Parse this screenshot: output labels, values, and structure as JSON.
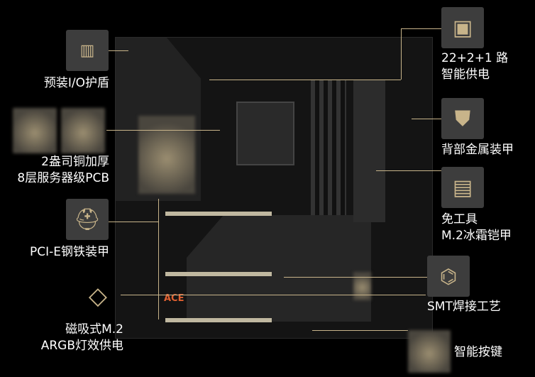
{
  "accent_color": "#c8b48a",
  "left_features": [
    {
      "icon": "io-shield-icon",
      "lines": [
        "预装I/O护盾"
      ]
    },
    {
      "icon": "pcb-layer-icon",
      "lines": [
        "2盎司铜加厚",
        "8层服务器级PCB"
      ]
    },
    {
      "icon": "helmet-armor-icon",
      "lines": [
        "PCI-E钢铁装甲"
      ]
    },
    {
      "icon": "m2-magnetic-icon",
      "lines": [
        "磁吸式M.2",
        "ARGB灯效供电"
      ]
    }
  ],
  "right_features": [
    {
      "icon": "chip-icon",
      "lines": [
        "22+2+1 路",
        "智能供电"
      ]
    },
    {
      "icon": "back-armor-icon",
      "lines": [
        "背部金属装甲"
      ]
    },
    {
      "icon": "m2-heatsink-icon",
      "lines": [
        "免工具",
        "M.2冰霜铠甲"
      ]
    },
    {
      "icon": "circuit-icon",
      "lines": [
        "SMT焊接工艺"
      ]
    },
    {
      "icon": "button-icon",
      "lines": [
        "智能按键"
      ]
    }
  ],
  "board": {
    "logo_text": "ACE"
  }
}
